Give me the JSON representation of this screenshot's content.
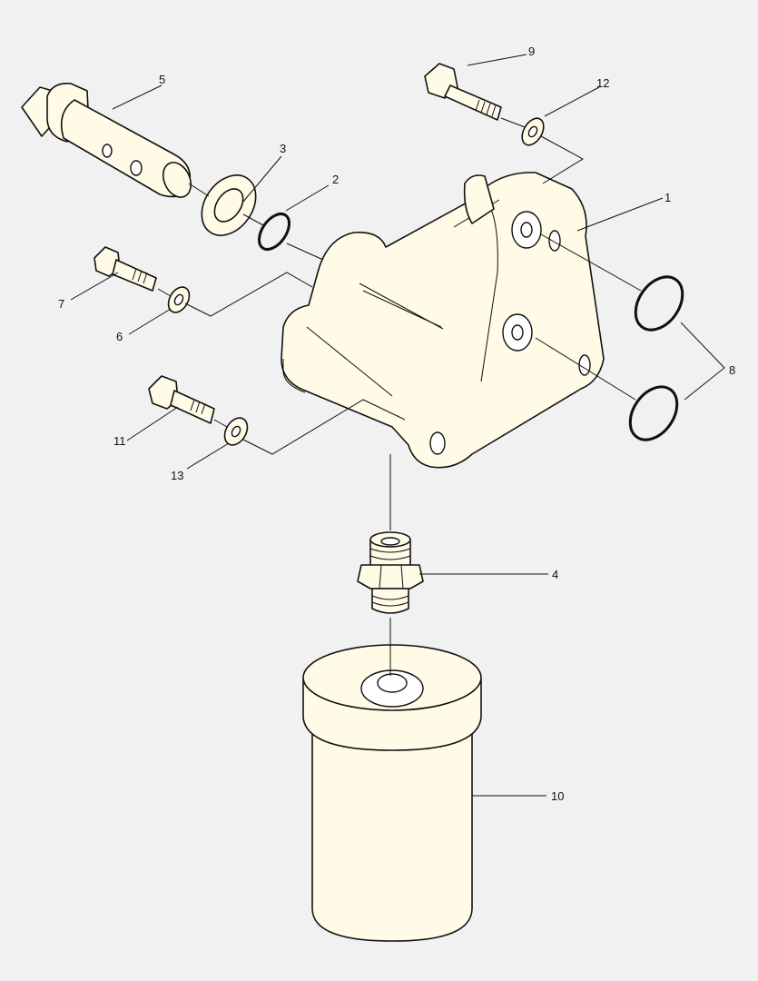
{
  "colors": {
    "background": "#f1f1f1",
    "part_fill": "#fffbe6",
    "ink": "#111111"
  },
  "callouts": {
    "c1": "1",
    "c2": "2",
    "c3": "3",
    "c4": "4",
    "c5": "5",
    "c6": "6",
    "c7": "7",
    "c8": "8",
    "c9": "9",
    "c10": "10",
    "c11": "11",
    "c12": "12",
    "c13": "13"
  }
}
